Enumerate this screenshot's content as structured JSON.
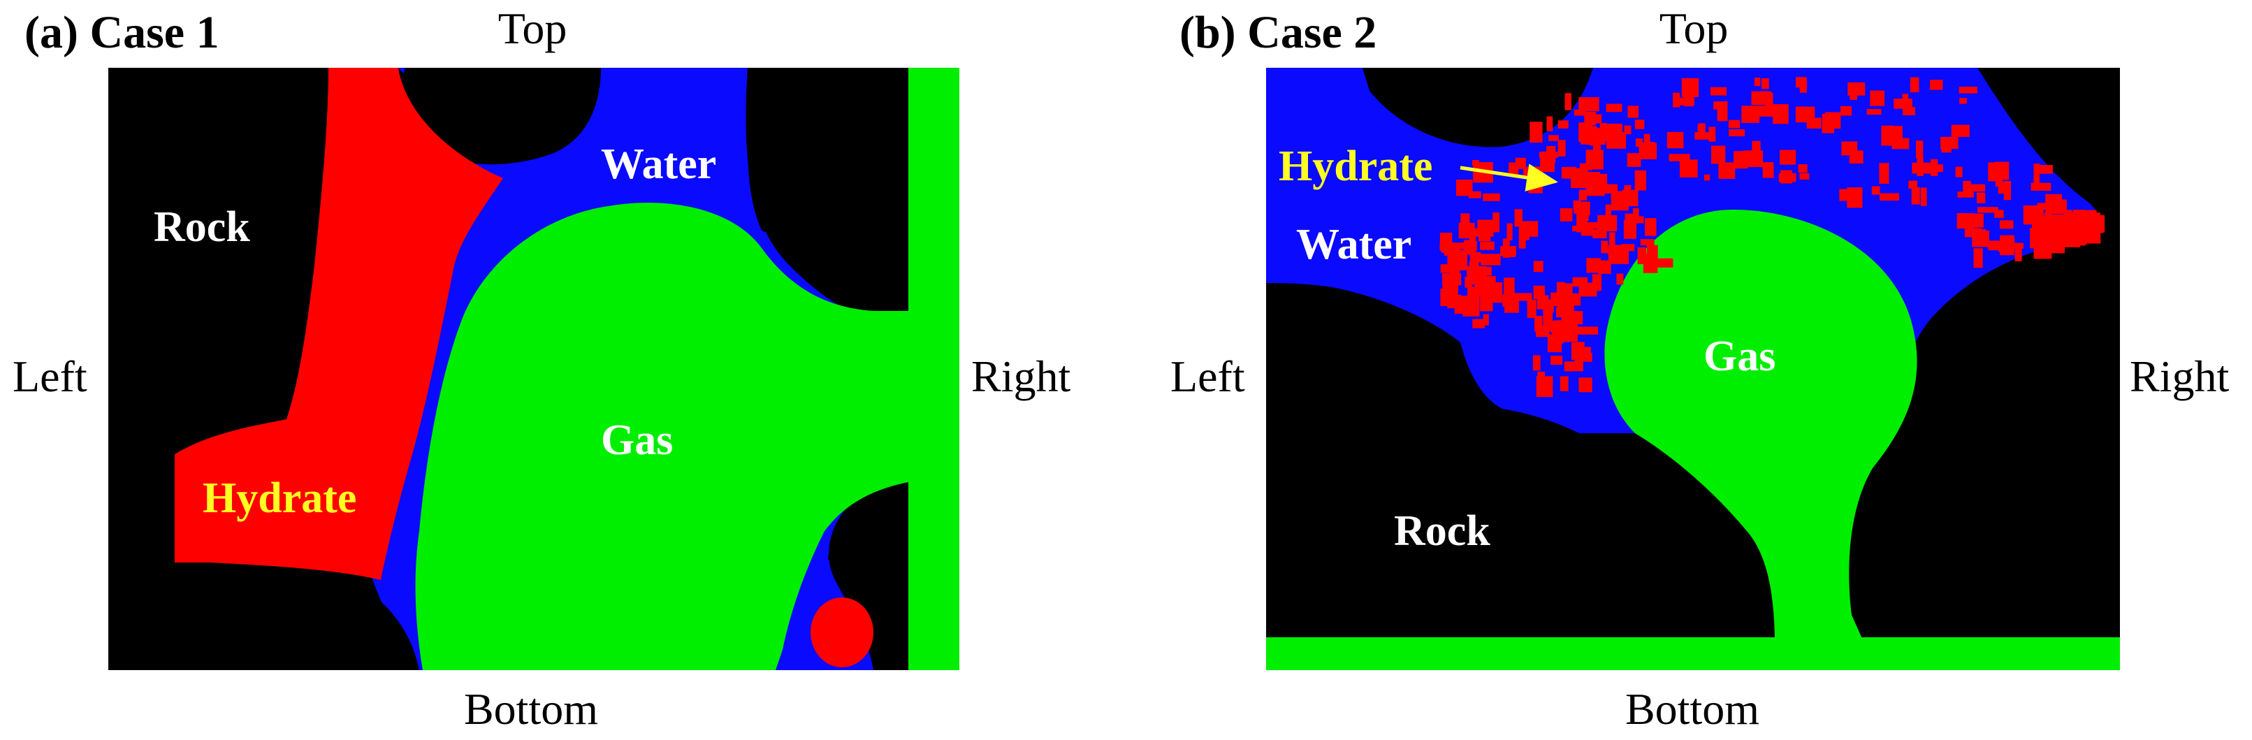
{
  "panels": [
    {
      "title": "(a) Case 1",
      "directions": {
        "top": "Top",
        "bottom": "Bottom",
        "left": "Left",
        "right": "Right"
      },
      "labels": {
        "rock": "Rock",
        "water": "Water",
        "gas": "Gas",
        "hydrate": "Hydrate"
      }
    },
    {
      "title": "(b) Case 2",
      "directions": {
        "top": "Top",
        "bottom": "Bottom",
        "left": "Left",
        "right": "Right"
      },
      "labels": {
        "rock": "Rock",
        "water": "Water",
        "gas": "Gas",
        "hydrate": "Hydrate"
      }
    }
  ],
  "colors": {
    "rock": "#000000",
    "water": "#0a0aff",
    "gas": "#00ee00",
    "hydrate": "#ff0000",
    "label_white": "#ffffff",
    "label_yellow": "#ffff22",
    "text": "#000000"
  }
}
